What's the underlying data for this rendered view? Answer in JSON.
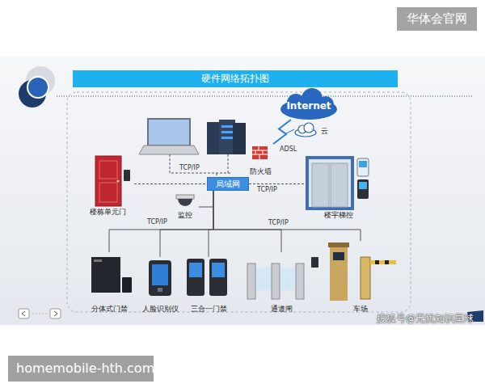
{
  "diagram": {
    "title": "硬件网络拓扑图",
    "nodes": [
      {
        "text": [
          "Internet"
        ]
      },
      {
        "text": [
          "防火墙"
        ]
      },
      {
        "text": [
          "楼栋单元门"
        ]
      },
      {
        "text": [
          "局域网"
        ]
      },
      {
        "text": [
          "楼宇梯控"
        ]
      },
      {
        "text": [
          "监控"
        ]
      },
      {
        "text": [
          "分体式门禁"
        ]
      },
      {
        "text": [
          "人脸识别仪"
        ]
      },
      {
        "text": [
          "三合一门禁"
        ]
      },
      {
        "text": [
          "通道闸"
        ]
      },
      {
        "text": [
          "车场"
        ]
      }
    ],
    "edges": [
      {
        "from": 1,
        "to": 0,
        "label": "ADSL",
        "arrow": "none"
      },
      {
        "from": 2,
        "to": 3,
        "arrow": "none"
      },
      {
        "from": 3,
        "to": 4,
        "label": "TCP/IP",
        "arrow": "none"
      },
      {
        "from": 3,
        "to": 5,
        "arrow": "none"
      },
      {
        "from": 3,
        "to": 6,
        "label": "TCP/IP",
        "arrow": "none"
      },
      {
        "from": 3,
        "to": 7,
        "arrow": "none"
      },
      {
        "from": 3,
        "to": 8,
        "arrow": "none"
      },
      {
        "from": 3,
        "to": 9,
        "label": "TCP/IP",
        "arrow": "none"
      },
      {
        "from": 3,
        "to": 10,
        "arrow": "none"
      }
    ],
    "labels": [
      "华体会官网",
      "TCP/IP",
      "云",
      "搜狐号@无忧知识星球",
      "homemobile-hth.com"
    ]
  }
}
